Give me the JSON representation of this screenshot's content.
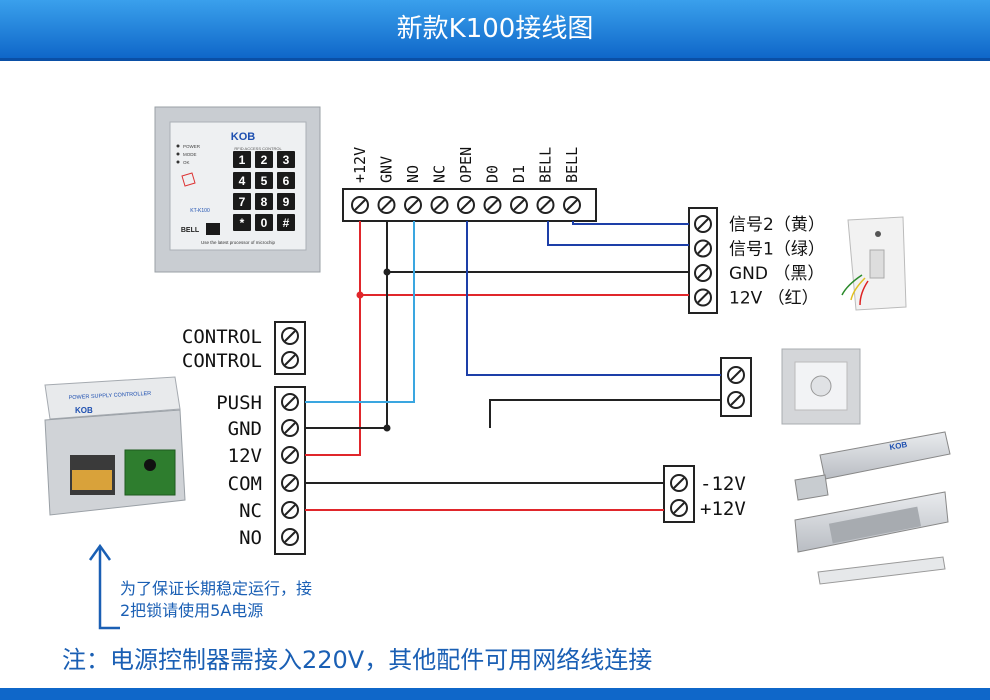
{
  "title": "新款K100接线图",
  "keypad": {
    "brand": "KOB",
    "model": "KT-K100",
    "subtitle": "RFID ACCESS CONTROL",
    "leds": [
      "POWER",
      "MODE",
      "OK"
    ],
    "keys": [
      "1",
      "2",
      "3",
      "4",
      "5",
      "6",
      "7",
      "8",
      "9",
      "*",
      "0",
      "#"
    ],
    "bell": "BELL",
    "footer": "Use the latest processor of microchip"
  },
  "top_terminals": [
    "+12V",
    "GNV",
    "NO",
    "NC",
    "OPEN",
    "D0",
    "D1",
    "BELL",
    "BELL"
  ],
  "doorbell_terminals": [
    "信号2（黄）",
    "信号1（绿）",
    "GND （黑）",
    "12V （红）"
  ],
  "psu": {
    "label": "POWER SUPPLY CONTROLLER",
    "brand": "KOB",
    "control_labels": [
      "CONTROL",
      "CONTROL"
    ],
    "terminals": [
      "PUSH",
      "GND",
      "12V",
      "COM",
      "NC",
      "NO"
    ]
  },
  "lock_terminals": [
    "-12V",
    "+12V"
  ],
  "lock_note": [
    "为了保证长期稳定运行，接",
    "2把锁请使用5A电源"
  ],
  "footer_note": "注：电源控制器需接入220V，其他配件可用网络线连接",
  "colors": {
    "red": "#e0262b",
    "blue": "#1d3fa8",
    "cyan": "#3aa6e0",
    "black": "#222222",
    "accent": "#0f67c9"
  }
}
